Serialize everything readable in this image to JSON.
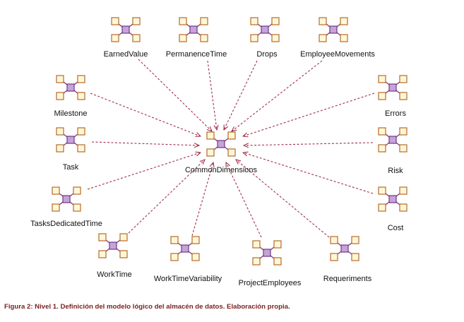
{
  "diagram": {
    "center": {
      "label": "CommonDimensions",
      "icon": "star-schema-icon"
    },
    "nodes": [
      {
        "id": "earned-value",
        "label": "EarnedValue",
        "icon": "star-schema-icon"
      },
      {
        "id": "permanence-time",
        "label": "PermanenceTime",
        "icon": "star-schema-icon"
      },
      {
        "id": "drops",
        "label": "Drops",
        "icon": "star-schema-icon"
      },
      {
        "id": "employee-movements",
        "label": "EmployeeMovements",
        "icon": "star-schema-icon"
      },
      {
        "id": "milestone",
        "label": "Milestone",
        "icon": "star-schema-icon"
      },
      {
        "id": "errors",
        "label": "Errors",
        "icon": "star-schema-icon"
      },
      {
        "id": "task",
        "label": "Task",
        "icon": "star-schema-icon"
      },
      {
        "id": "risk",
        "label": "Risk",
        "icon": "star-schema-icon"
      },
      {
        "id": "tasks-dedicated-time",
        "label": "TasksDedicatedTime",
        "icon": "star-schema-icon"
      },
      {
        "id": "cost",
        "label": "Cost",
        "icon": "star-schema-icon"
      },
      {
        "id": "work-time",
        "label": "WorkTime",
        "icon": "star-schema-icon"
      },
      {
        "id": "work-time-variability",
        "label": "WorkTimeVariability",
        "icon": "star-schema-icon"
      },
      {
        "id": "project-employees",
        "label": "ProjectEmployees",
        "icon": "star-schema-icon"
      },
      {
        "id": "requeriments",
        "label": "Requeriments",
        "icon": "star-schema-icon"
      }
    ],
    "edge_style": "dashed-arrow",
    "edge_color": "#a0304a",
    "icon_fill": "#fff8d8",
    "icon_border": "#b86a2a",
    "icon_center_fill": "#c7a3d9",
    "icon_center_border": "#6a3a8a"
  },
  "caption": "Figura 2: Nivel 1. Definición del modelo lógico del almacén de datos. Elaboración propia."
}
